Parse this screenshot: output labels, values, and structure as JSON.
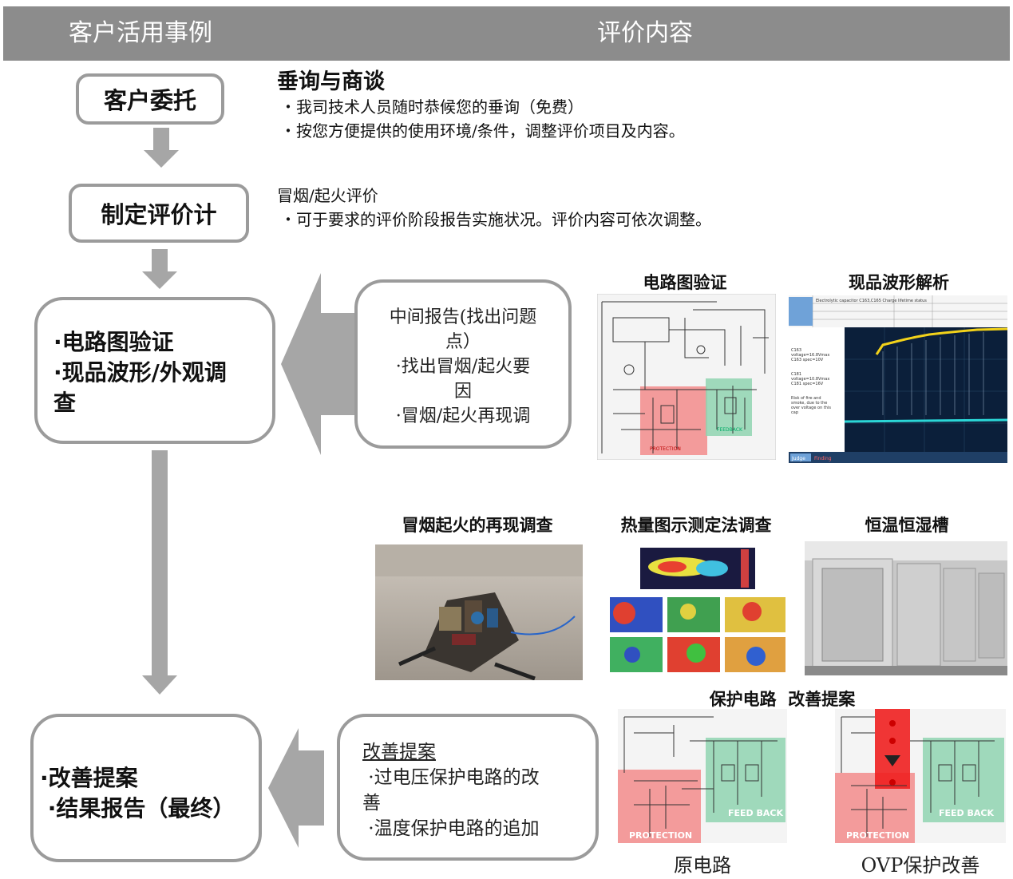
{
  "header": {
    "left_title": "客户活用事例",
    "right_title": "评价内容"
  },
  "flow": {
    "step1": "客户委托",
    "step2": "制定评价计",
    "step3_lines": [
      "·电路图验证",
      "·现品波形/外观调",
      "查"
    ],
    "step4_lines": [
      "·改善提案",
      " ·结果报告（最终）"
    ]
  },
  "sections": {
    "consult": {
      "title": "垂询与商谈",
      "lines": [
        "・我司技术人员随时恭候您的垂询（免费）",
        "・按您方便提供的使用环境/条件，调整评价项目及内容。"
      ]
    },
    "plan": {
      "title": "冒烟/起火评价",
      "lines": [
        "・可于要求的评价阶段报告实施状况。评价内容可依次调整。"
      ]
    }
  },
  "notes": {
    "interim": [
      "中间报告(找出问题",
      "点）",
      "·找出冒烟/起火要",
      "因",
      "·冒烟/起火再现调"
    ],
    "improve": {
      "title": "改善提案",
      "lines": [
        " ·过电压保护电路的改",
        "善",
        " ·温度保护电路的追加"
      ]
    }
  },
  "images": {
    "schematic": {
      "label": "电路图验证",
      "tags": [
        "PROTECTION",
        "FEEDBACK"
      ]
    },
    "waveform": {
      "label": "现品波形解析",
      "table_text": "Electrolytic capacitor C163,C165  Charge lifetime status",
      "side_notes": [
        "C163",
        "voltage=16.8Vmax",
        "C163 spec=10V",
        "C181",
        "voltage=10.8Vmax",
        "C181 spec=16V",
        "Risk of fire and",
        "smoke, due to the",
        "over voltage on this",
        "cap"
      ],
      "footer": [
        "Judge",
        "Finding"
      ]
    },
    "reproduction": {
      "label": "冒烟起火的再现调查"
    },
    "thermal": {
      "label": "热量图示测定法调查"
    },
    "chamber": {
      "label": "恒温恒湿槽"
    },
    "protection": {
      "label": "保护电路  改善提案",
      "left_caption": "原电路",
      "right_caption": "OVP保护改善",
      "tags_protection": "PROTECTION",
      "tags_feedback": "FEED BACK"
    }
  },
  "colors": {
    "header_bg": "#8c8c8c",
    "arrow_gray": "#a6a6a6",
    "box_border": "#9b9b9b",
    "protection_red": "#f28b8b",
    "feedback_green": "#8fd3b0",
    "waveform_bg": "#0b1f3a",
    "waveform_yellow": "#f2d21a",
    "waveform_cyan": "#2bd6d6"
  }
}
